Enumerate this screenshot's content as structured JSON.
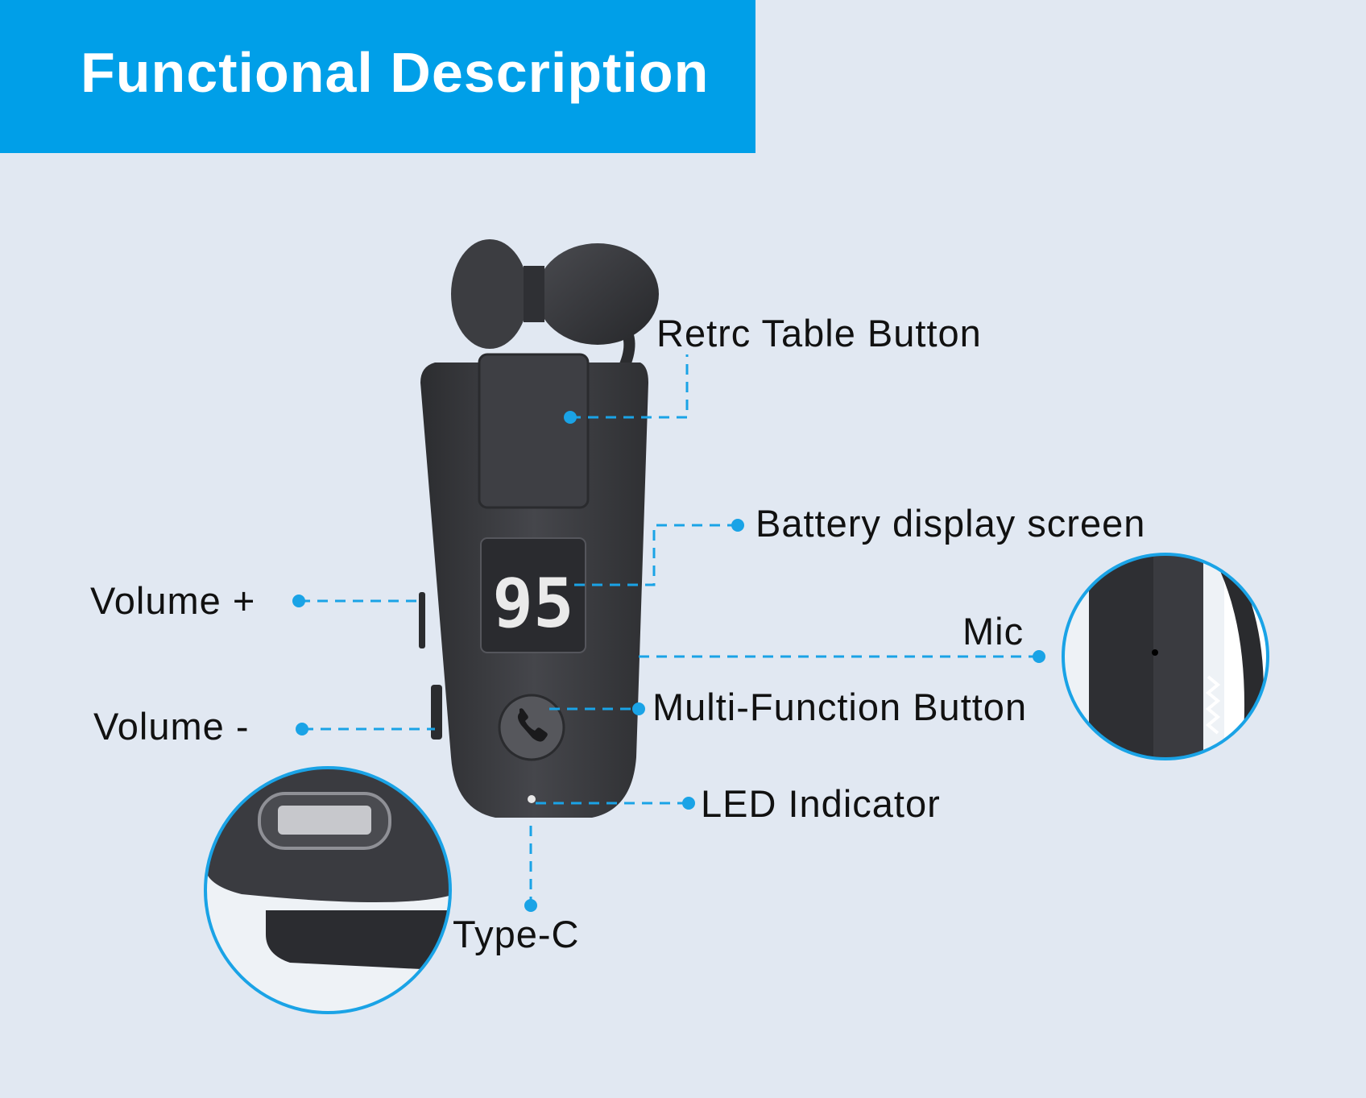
{
  "header": {
    "title": "Functional Description",
    "background": "#009fe8"
  },
  "callouts": {
    "retractable_button": "Retrc Table Button",
    "battery_display": "Battery display screen",
    "volume_up": "Volume +",
    "mic": "Mic",
    "volume_down": "Volume -",
    "multi_function": "Multi-Function Button",
    "led_indicator": "LED Indicator",
    "type_c": "Type-C"
  },
  "device": {
    "battery_readout": "95",
    "call_icon": "phone-handset-icon"
  },
  "colors": {
    "accent": "#1aa3e6",
    "device_body": "#3b3c40",
    "background": "#e1e8f2"
  }
}
